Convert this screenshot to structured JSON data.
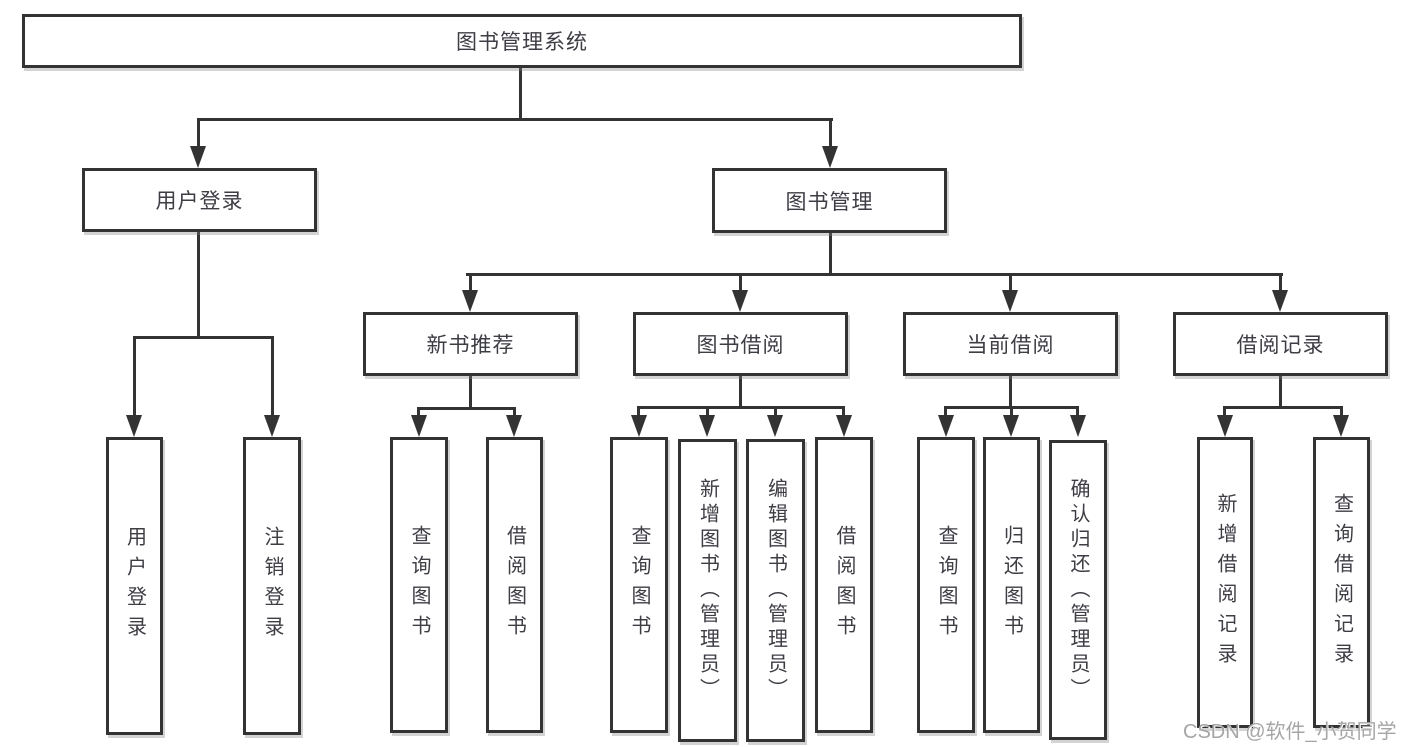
{
  "colors": {
    "line": "#333333",
    "text": "#3d3d44",
    "background": "#ffffff",
    "watermark": "#a6a6a6"
  },
  "watermark": "CSDN @软件_小贺同学",
  "tree": {
    "label": "图书管理系统",
    "children": [
      {
        "label": "用户登录",
        "children": [
          {
            "label": "用户登录"
          },
          {
            "label": "注销登录"
          }
        ]
      },
      {
        "label": "图书管理",
        "children": [
          {
            "label": "新书推荐",
            "children": [
              {
                "label": "查询图书"
              },
              {
                "label": "借阅图书"
              }
            ]
          },
          {
            "label": "图书借阅",
            "children": [
              {
                "label": "查询图书"
              },
              {
                "label": "新增图书（管理员）"
              },
              {
                "label": "编辑图书（管理员）"
              },
              {
                "label": "借阅图书"
              }
            ]
          },
          {
            "label": "当前借阅",
            "children": [
              {
                "label": "查询图书"
              },
              {
                "label": "归还图书"
              },
              {
                "label": "确认归还（管理员）"
              }
            ]
          },
          {
            "label": "借阅记录",
            "children": [
              {
                "label": "新增借阅记录"
              },
              {
                "label": "查询借阅记录"
              }
            ]
          }
        ]
      }
    ]
  }
}
